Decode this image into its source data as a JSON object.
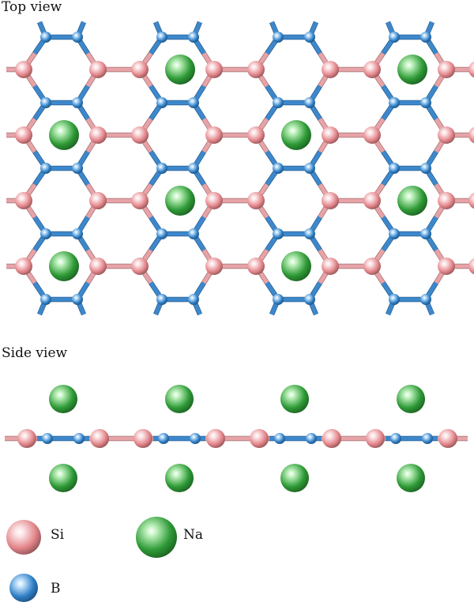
{
  "titles": {
    "top_view": "Top view",
    "side_view": "Side view"
  },
  "atoms": {
    "si": {
      "label": "Si",
      "color": "#e3858a",
      "highlight": "#fbe2e4",
      "bond": "#e7a3a7"
    },
    "b": {
      "label": "B",
      "color": "#2f7fc6",
      "highlight": "#bfe0fb",
      "bond": "#3d88cc"
    },
    "na": {
      "label": "Na",
      "color": "#2e9a36",
      "highlight": "#b9efb8"
    }
  },
  "legend": {
    "si_label": "Si",
    "na_label": "Na",
    "b_label": "B"
  }
}
